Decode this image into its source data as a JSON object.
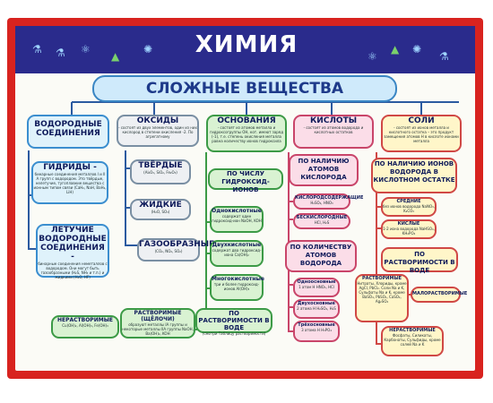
{
  "header": {
    "title": "ХИМИЯ",
    "subtitle": "СЛОЖНЫЕ ВЕЩЕСТВА"
  },
  "hydrogen": {
    "title": "ВОДОРОДНЫЕ СОЕДИНЕНИЯ",
    "hydrides": {
      "title": "ГИДРИДЫ -",
      "text": "бинарные соединения металлов I и II А групп с водородом. Это твёрдые, нелетучие, тугоплавкие вещества с ионным типом связи (CaH₂, NaH, BaH₂, LiH)"
    },
    "volatile": {
      "title": "ЛЕТУЧИЕ ВОДОРОДНЫЕ СОЕДИНЕНИЯ -",
      "text": "бинарные соединения неметаллов с водородом. Они могут быть газообразными (H₂S, NH₃ и т.п.) и жидкими (H₂O, HF)"
    }
  },
  "oxides": {
    "title": "ОКСИДЫ",
    "text": "- состоят из двух элементов, один из них кислород в степени окисления -2. По агрегатному",
    "solid": {
      "title": "ТВЁРДЫЕ",
      "text": "(Al₂O₃, SiO₂, Fe₂O₃)"
    },
    "liquid": {
      "title": "ЖИДКИЕ",
      "text": "(H₂O, SO₃)"
    },
    "gas": {
      "title": "ГАЗООБРАЗНЫЕ",
      "text": "(CO₂, NO₂, SO₂)"
    }
  },
  "bases": {
    "title": "ОСНОВАНИЯ",
    "text": "- состоят из атомов металла и гидроксогруппы OH, кот. имеют заряд (-1), т.е. степень окисления металла равна количеству ионов гидроксила",
    "by_number": "ПО ЧИСЛУ ГИДРОКСИД-ИОНОВ",
    "one": {
      "title": "Однокислотные",
      "text": "содержат один гидроксид-ион NaOH, KOH"
    },
    "two": {
      "title": "Двухкислотные",
      "text": "содержат два гидроксид-иона Ca(OH)₂"
    },
    "many": {
      "title": "Многокислотные",
      "text": "три и более гидроксид-ионов Al(OH)₃"
    },
    "solubility": {
      "title": "ПО РАСТВОРИМОСТИ В ВОДЕ",
      "note": "(смотри Таблицу растворимости)"
    },
    "insoluble": {
      "title": "НЕРАСТВОРИМЫЕ",
      "text": "Cu(OH)₂, Al(OH)₃, Fe(OH)₃"
    },
    "alkali": {
      "title": "РАСТВОРИМЫЕ (ЩЁЛОЧИ)",
      "text": "образуют металлы IA группы и некоторые металлы IIA группы NaOH, Ba(OH)₂, KOH"
    }
  },
  "acids": {
    "title": "КИСЛОТЫ",
    "text": "- состоят из атомов водорода и кислотных остатков",
    "oxygen": {
      "title": "ПО НАЛИЧИЮ АТОМОВ КИСЛОРОДА"
    },
    "oxy": {
      "title": "КИСЛОРОДСОДЕРЖАЩИЕ",
      "text": "H₂SO₄, HNO₃"
    },
    "anoxy": {
      "title": "БЕСКИСЛОРОДНЫЕ",
      "text": "HCl, H₂S"
    },
    "count": {
      "title": "ПО КОЛИЧЕСТВУ АТОМОВ ВОДОРОДА"
    },
    "mono": {
      "title": "Одноосновные",
      "text": "1 атом H HNO₃, HCl"
    },
    "di": {
      "title": "Двухосновные",
      "text": "2 атома H H₂SO₄, H₂S"
    },
    "tri": {
      "title": "Трёхосновные",
      "text": "3 атома H H₃PO₄"
    }
  },
  "salts": {
    "title": "СОЛИ",
    "text": "- состоят из ионов металла и кислотного остатка – это продукт замещения атомов H в кислоте ионами металла",
    "ions": {
      "title": "ПО НАЛИЧИЮ ИОНОВ ВОДОРОДА В КИСЛОТНОМ ОСТАТКЕ"
    },
    "middle": {
      "title": "СРЕДНИЕ",
      "text": "без ионов водорода NaNO₃, K₂CO₃"
    },
    "acidic": {
      "title": "КИСЛЫЕ",
      "text": "1-2 иона водорода NaHSO₄, KH₂PO₄"
    },
    "solubility": {
      "title": "ПО РАСТВОРИМОСТИ В ВОДЕ"
    },
    "soluble": {
      "title": "РАСТВОРИМЫЕ",
      "text": "Нитраты, Хлориды, кроме AgCl, PbCl₂. Соли Na и K, Сульфаты Na и K, кроме BaSO₄, PbSO₄, CaSO₄, Ag₂SO₄"
    },
    "low": {
      "title": "МАЛОРАСТВОРИМЫЕ"
    },
    "insoluble": {
      "title": "НЕРАСТВОРИМЫЕ",
      "text": "Фосфаты, Силикаты, Карбонаты, Сульфиды, кроме солей Na и K"
    }
  }
}
